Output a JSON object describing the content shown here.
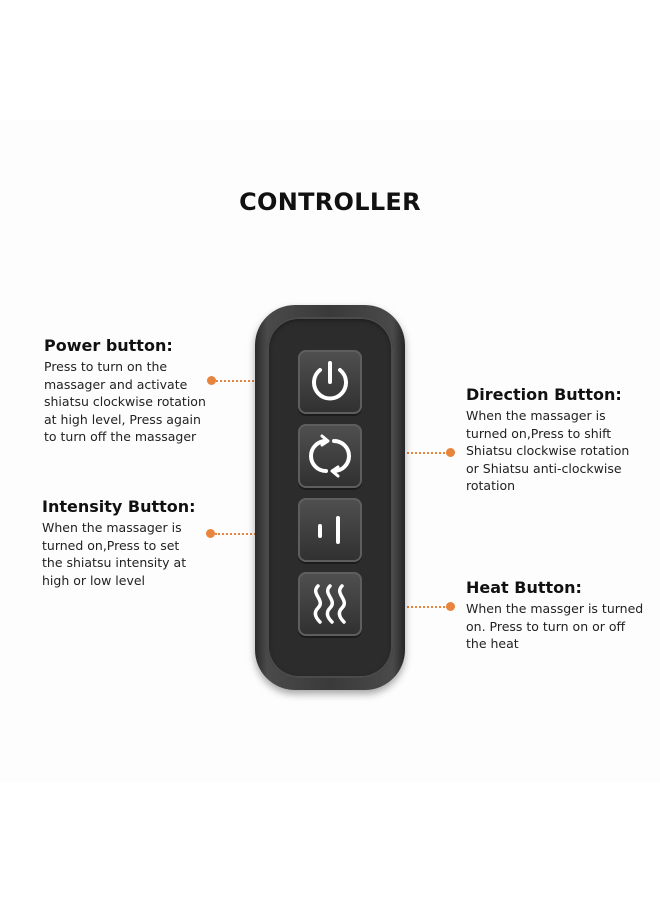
{
  "title": "CONTROLLER",
  "annotations": {
    "power": {
      "heading": "Power button:",
      "lines": [
        "Press to turn on the",
        "massager and activate",
        "shiatsu clockwise rotation",
        "at high level, Press again",
        "to turn off the massager"
      ]
    },
    "direction": {
      "heading": "Direction Button:",
      "lines": [
        "When the massager is",
        "turned on,Press to shift",
        "Shiatsu clockwise rotation",
        "or Shiatsu anti-clockwise",
        "rotation"
      ]
    },
    "intensity": {
      "heading": "Intensity Button:",
      "lines": [
        "When the massager is",
        "turned on,Press to set",
        "the shiatsu intensity at",
        "high or low level"
      ]
    },
    "heat": {
      "heading": "Heat Button:",
      "lines": [
        "When the massger is turned",
        "on. Press to turn on or off",
        "the heat"
      ]
    }
  },
  "buttons": [
    {
      "icon": "power-icon"
    },
    {
      "icon": "rotation-direction-icon"
    },
    {
      "icon": "intensity-icon"
    },
    {
      "icon": "heat-waves-icon"
    }
  ],
  "colors": {
    "accent": "#e7843d",
    "remote_body": "#3a3a3a",
    "button_symbol": "#ffffff"
  }
}
